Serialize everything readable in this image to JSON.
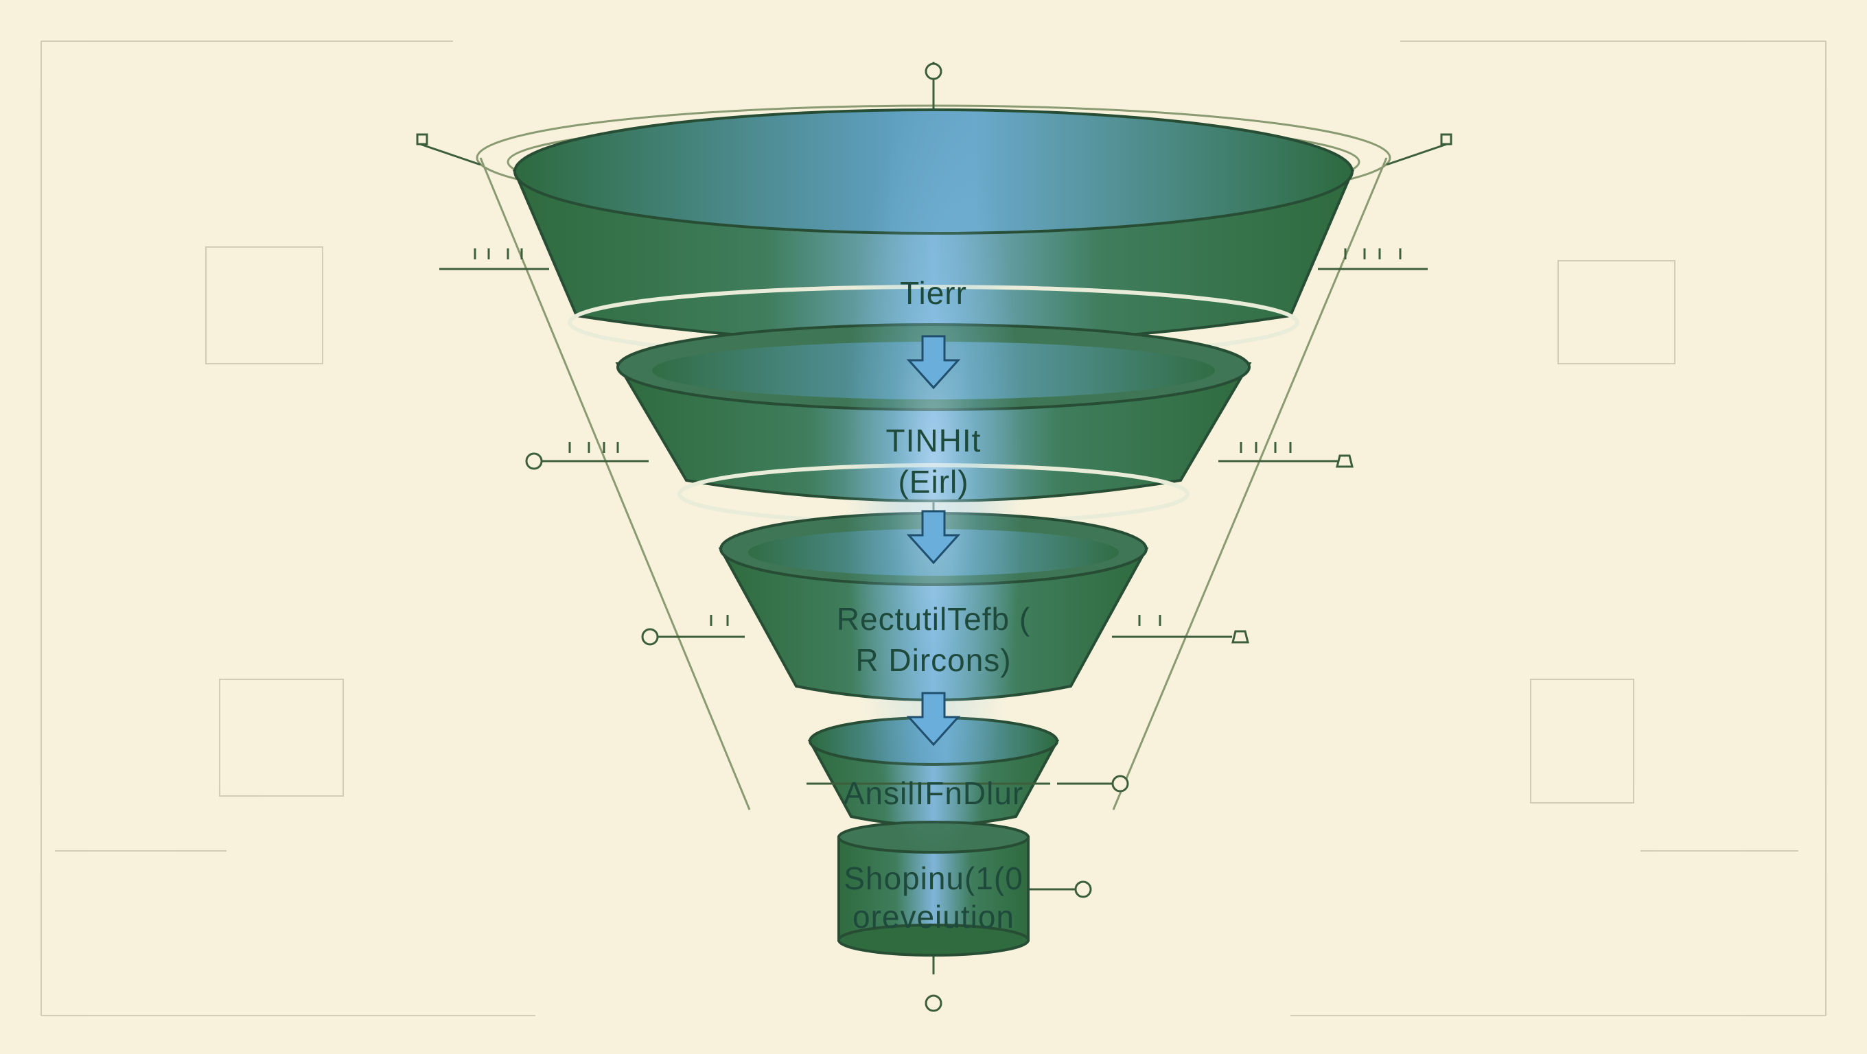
{
  "diagram": {
    "colors": {
      "paper": "#f8f2dc",
      "funnel_dark": "#2f6b3e",
      "funnel_glow": "#7fb4d8",
      "line": "#3c5e3a",
      "label": "#1e4a3c"
    },
    "tiers": [
      {
        "lines": [
          "Tierr"
        ]
      },
      {
        "lines": [
          "TINHIt",
          "(Eirl)"
        ]
      },
      {
        "lines": [
          "RectutilTefb (",
          "R Dircons)"
        ]
      },
      {
        "lines": [
          "AnsilIFnDlur"
        ]
      },
      {
        "lines": [
          "Shopinu(1(0",
          "oreveiution"
        ]
      }
    ],
    "arrows": [
      "down-arrow",
      "down-arrow",
      "down-arrow"
    ]
  }
}
